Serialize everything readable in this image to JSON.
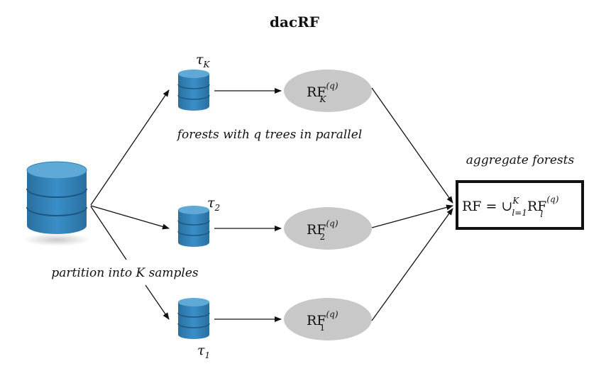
{
  "title": "dacRF",
  "labels": {
    "parallel": "forests with q trees in parallel",
    "aggregate": "aggregate forests",
    "partition": "partition into K samples"
  },
  "samples": [
    {
      "tau_sub": "K",
      "rf_sub": "K",
      "rf_sup": "(q)"
    },
    {
      "tau_sub": "2",
      "rf_sub": "2",
      "rf_sup": "(q)"
    },
    {
      "tau_sub": "1",
      "rf_sub": "1",
      "rf_sup": "(q)"
    }
  ],
  "formula": {
    "lhs": "RF",
    "eq": "=",
    "union": "∪",
    "union_sup": "K",
    "union_sub": "l=1",
    "rf": "RF",
    "rf_sup": "(q)",
    "rf_sub": "l"
  },
  "colors": {
    "db_top": "#5fa9d6",
    "db_body": "#2f7fb6",
    "ellipse": "#c8c8c8",
    "line": "#111111"
  }
}
